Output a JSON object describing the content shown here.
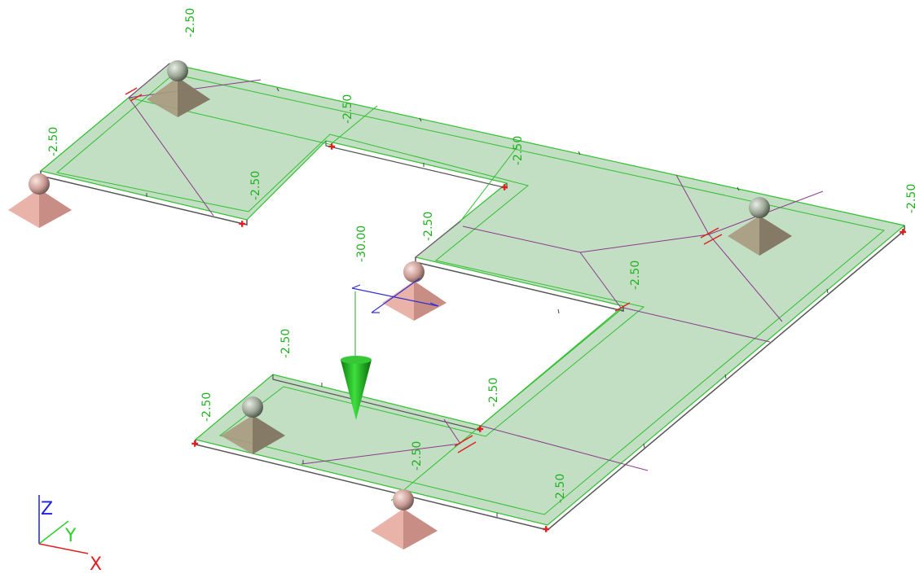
{
  "viewport": {
    "colors": {
      "slab_fill": "#b9d9b9",
      "slab_edge": "#2fbf2f",
      "slab_outline": "#6b7a6b",
      "yield_line": "#8a3a8a",
      "load_color": "#1faa1f",
      "support_base": "#e9b3aa",
      "support_shadow": "#9e7d72",
      "support_ball": "#d8a7a0",
      "axis_x": "#e02020",
      "axis_y": "#2bd02b",
      "axis_z": "#2020e0"
    },
    "slab_labels": [
      "-2.50",
      "-2.50",
      "-2.50",
      "-2.50",
      "-2.50",
      "-2.50",
      "-2.50",
      "-2.50",
      "-2.50",
      "-2.50",
      "-2.50",
      "-2.50",
      "-2.50"
    ],
    "point_load": {
      "value": "-30.00"
    },
    "axis": {
      "x": "X",
      "y": "Y",
      "z": "Z"
    }
  }
}
